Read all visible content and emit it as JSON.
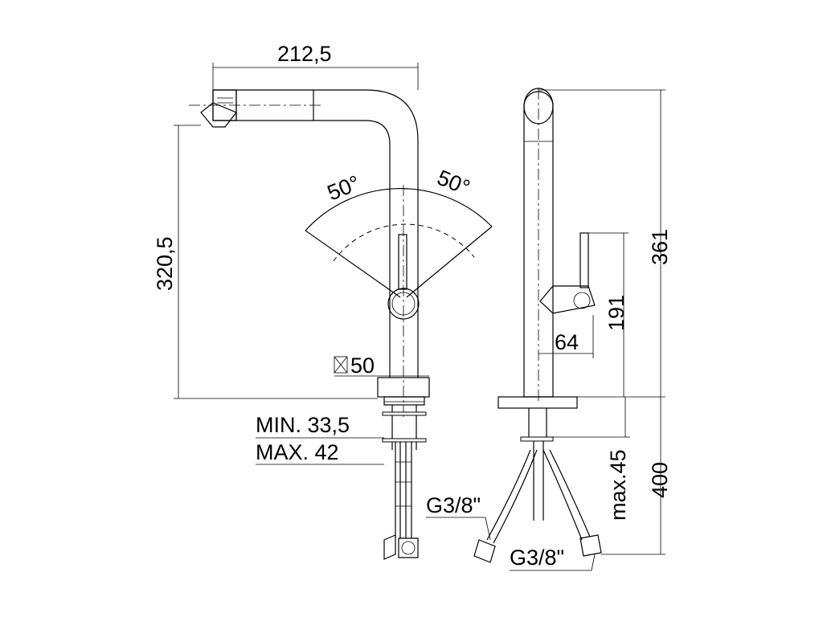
{
  "dimensions": {
    "overall_width": "212,5",
    "spout_height": "320,5",
    "swivel_angle_left": "50°",
    "swivel_angle_right": "50°",
    "base_square": "50",
    "deck_min": "MIN. 33,5",
    "deck_max": "MAX. 42",
    "total_height": "361",
    "lever_height": "191",
    "lever_offset": "64",
    "hose_length": "400",
    "fixing_max": "max.45",
    "connection_left": "G3/8\"",
    "connection_right": "G3/8\""
  }
}
